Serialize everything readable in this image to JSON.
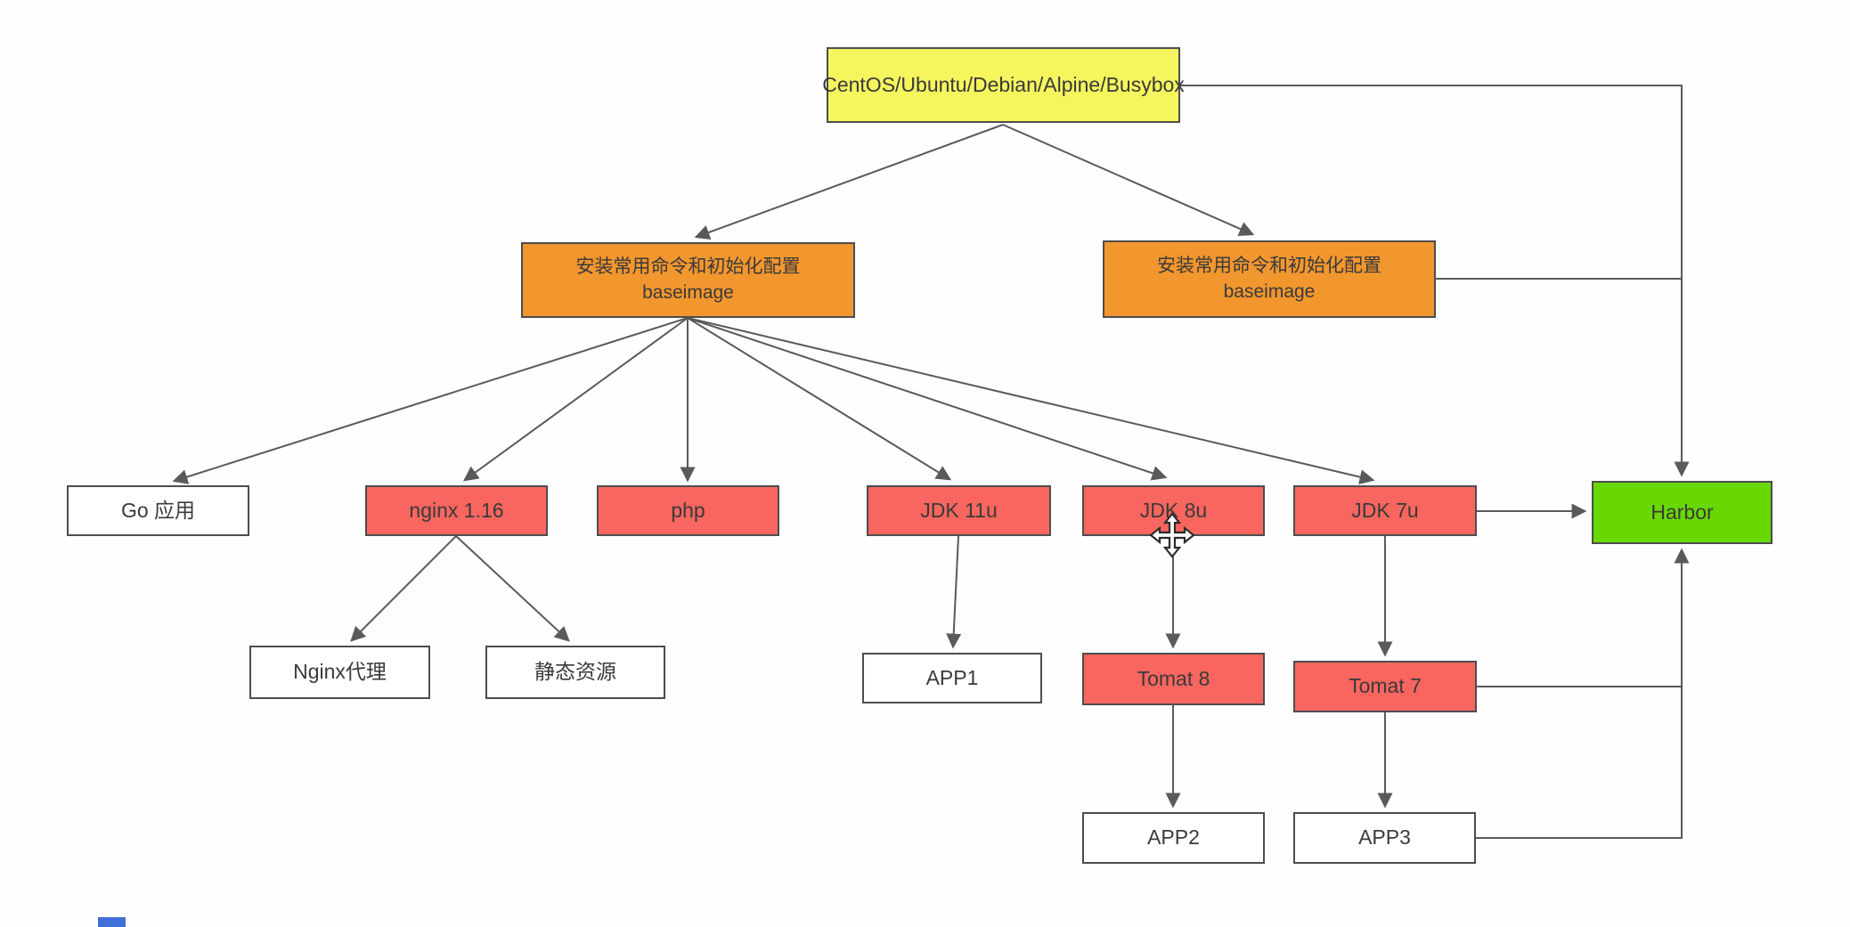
{
  "diagram": {
    "colors": {
      "background": "#fefefe",
      "yellow": "#f5f55e",
      "orange": "#f2962e",
      "red": "#f9665f",
      "green": "#68d802",
      "white": "#ffffff",
      "border": "#4d4d4d",
      "line": "#5a5a5a",
      "text": "#3a3a3a",
      "taskbar_fragment": "#3f6fd8"
    },
    "nodes": {
      "os": {
        "label": "CentOS/Ubuntu/Debian/Alpine/Busybox",
        "fill": "yellow"
      },
      "baseimage_left": {
        "label": "安装常用命令和初始化配置",
        "label2": "baseimage",
        "fill": "orange"
      },
      "baseimage_right": {
        "label": "安装常用命令和初始化配置",
        "label2": "baseimage",
        "fill": "orange"
      },
      "go_app": {
        "label": "Go 应用",
        "fill": "white"
      },
      "nginx": {
        "label": "nginx 1.16",
        "fill": "red"
      },
      "php": {
        "label": "php",
        "fill": "red"
      },
      "jdk11": {
        "label": "JDK 11u",
        "fill": "red"
      },
      "jdk8": {
        "label": "JDK 8u",
        "fill": "red"
      },
      "jdk7": {
        "label": "JDK 7u",
        "fill": "red"
      },
      "harbor": {
        "label": "Harbor",
        "fill": "green"
      },
      "nginx_proxy": {
        "label": "Nginx代理",
        "fill": "white"
      },
      "static_assets": {
        "label": "静态资源",
        "fill": "white"
      },
      "app1": {
        "label": "APP1",
        "fill": "white"
      },
      "tomat8": {
        "label": "Tomat 8",
        "fill": "red"
      },
      "tomat7": {
        "label": "Tomat 7",
        "fill": "red"
      },
      "app2": {
        "label": "APP2",
        "fill": "white"
      },
      "app3": {
        "label": "APP3",
        "fill": "white"
      }
    },
    "edges": [
      {
        "from": "os",
        "to": "baseimage_left",
        "arrow": true
      },
      {
        "from": "os",
        "to": "baseimage_right",
        "arrow": true
      },
      {
        "from": "os",
        "to": "harbor",
        "arrow": true,
        "route": "right-edge-top"
      },
      {
        "from": "baseimage_right",
        "to": "harbor",
        "arrow": false,
        "route": "right-edge"
      },
      {
        "from": "baseimage_left",
        "to": "go_app",
        "arrow": true
      },
      {
        "from": "baseimage_left",
        "to": "nginx",
        "arrow": true
      },
      {
        "from": "baseimage_left",
        "to": "php",
        "arrow": true
      },
      {
        "from": "baseimage_left",
        "to": "jdk11",
        "arrow": true
      },
      {
        "from": "baseimage_left",
        "to": "jdk8",
        "arrow": true
      },
      {
        "from": "baseimage_left",
        "to": "jdk7",
        "arrow": true
      },
      {
        "from": "nginx",
        "to": "nginx_proxy",
        "arrow": true
      },
      {
        "from": "nginx",
        "to": "static_assets",
        "arrow": true
      },
      {
        "from": "jdk11",
        "to": "app1",
        "arrow": true
      },
      {
        "from": "jdk8",
        "to": "tomat8",
        "arrow": true
      },
      {
        "from": "tomat8",
        "to": "app2",
        "arrow": true
      },
      {
        "from": "jdk7",
        "to": "tomat7",
        "arrow": true
      },
      {
        "from": "tomat7",
        "to": "app3",
        "arrow": true
      },
      {
        "from": "jdk7",
        "to": "harbor",
        "arrow": true
      },
      {
        "from": "tomat7",
        "to": "harbor",
        "arrow": false,
        "route": "right-edge-bottom"
      },
      {
        "from": "app3",
        "to": "harbor",
        "arrow": true,
        "route": "right-edge-bottom"
      }
    ],
    "cursor": {
      "icon": "move-cursor"
    }
  }
}
